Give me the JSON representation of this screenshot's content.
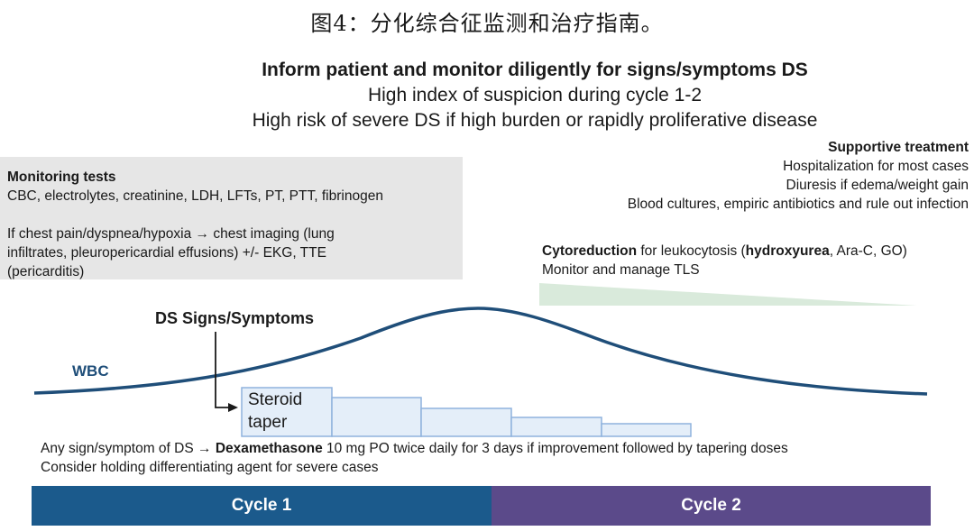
{
  "caption": "图4：分化综合征监测和治疗指南。",
  "header": {
    "line1": "Inform patient and monitor diligently for signs/symptoms DS",
    "line2": "High index of suspicion during cycle 1-2",
    "line3": "High risk of severe DS if high burden or rapidly proliferative disease"
  },
  "monitoring": {
    "title": "Monitoring tests",
    "tests": "CBC, electrolytes, creatinine, LDH, LFTs, PT, PTT, fibrinogen",
    "chest_line1": "If chest pain/dyspnea/hypoxia → chest imaging (lung",
    "chest_line2": "infiltrates, pleuropericardial effusions) +/- EKG, TTE",
    "chest_line3": "(pericarditis)"
  },
  "supportive": {
    "title": "Supportive treatment",
    "item1": "Hospitalization for most cases",
    "item2": "Diuresis if edema/weight gain",
    "item3": "Blood cultures, empiric antibiotics and rule out infection"
  },
  "cytoreduction": {
    "bold1": "Cytoreduction",
    "text1": " for leukocytosis (",
    "bold2": "hydroxyurea",
    "text2": ", Ara-C, GO)",
    "line2": "Monitor and manage TLS"
  },
  "ds_label": "DS Signs/Symptoms",
  "wbc_label": "WBC",
  "steroid": {
    "line1": "Steroid",
    "line2": "taper"
  },
  "instruction": {
    "prefix": "Any sign/symptom of DS → ",
    "drug": "Dexamethasone",
    "suffix": " 10 mg PO twice daily for 3 days if improvement followed by tapering doses",
    "line2": "Consider holding differentiating agent for severe cases"
  },
  "cycles": {
    "cycle1": "Cycle 1",
    "cycle2": "Cycle 2"
  },
  "colors": {
    "wbc_curve": "#1f4e79",
    "steroid_fill": "#e4eef9",
    "steroid_stroke": "#8fb2dd",
    "cyto_wedge": "#d9eadb",
    "cycle1": "#1b5a8c",
    "cycle2": "#5b4a8a",
    "monitor_box": "#e6e6e6"
  }
}
